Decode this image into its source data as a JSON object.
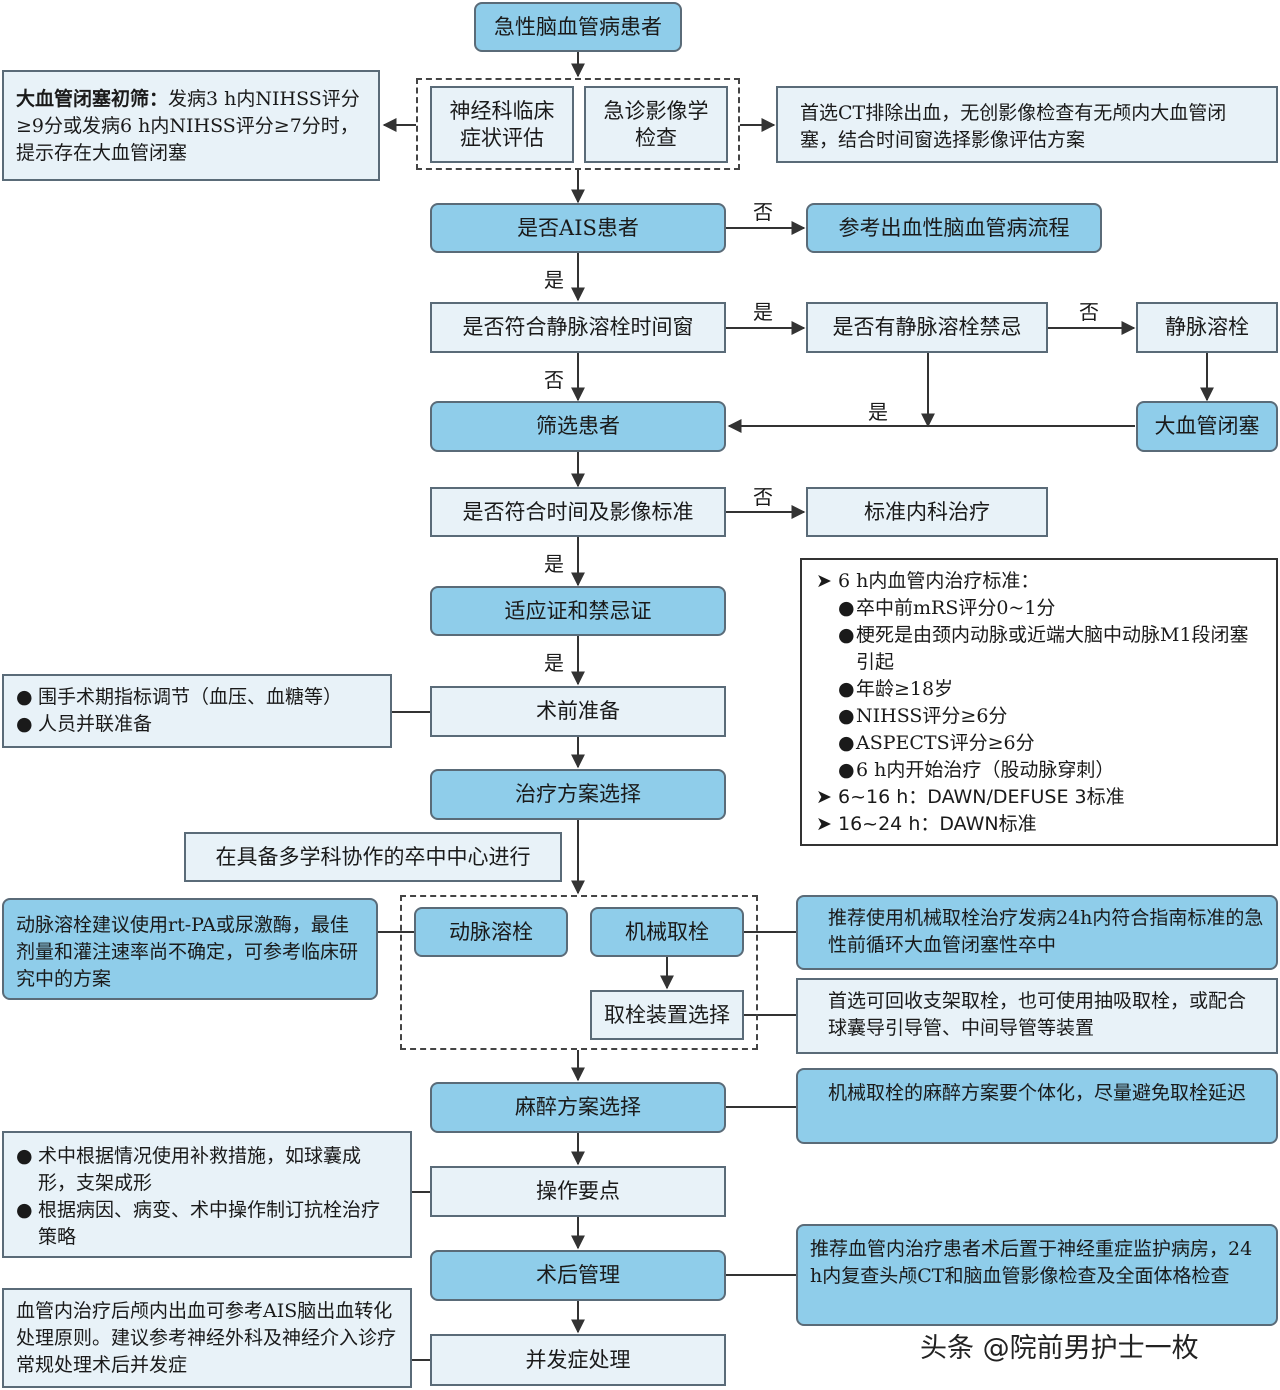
{
  "flow": {
    "start": "急性脑血管病患者",
    "neuro_eval": "神经科临床症状评估",
    "imaging": "急诊影像学检查",
    "is_ais": "是否AIS患者",
    "hemorrhagic": "参考出血性脑血管病流程",
    "ivt_window": "是否符合静脉溶栓时间窗",
    "ivt_contra": "是否有静脉溶栓禁忌",
    "ivt": "静脉溶栓",
    "lvo": "大血管闭塞",
    "screen": "筛选患者",
    "time_imaging": "是否符合时间及影像标准",
    "std_medical": "标准内科治疗",
    "indications": "适应证和禁忌证",
    "preop": "术前准备",
    "plan": "治疗方案选择",
    "ia_thrombolysis": "动脉溶栓",
    "thrombectomy": "机械取栓",
    "device": "取栓装置选择",
    "anesthesia": "麻醉方案选择",
    "key_ops": "操作要点",
    "postop": "术后管理",
    "complications": "并发症处理"
  },
  "labels": {
    "yes": "是",
    "no": "否"
  },
  "notes": {
    "lvo_screen_bold": "大血管闭塞初筛：",
    "lvo_screen_rest": "发病3 h内NIHSS评分≥9分或发病6 h内NIHSS评分≥7分时，提示存在大血管闭塞",
    "ct_first": "首选CT排除出血，无创影像检查有无颅内大血管闭塞，结合时间窗选择影像评估方案",
    "preop_1": "围手术期指标调节（血压、血糖等）",
    "preop_2": "人员并联准备",
    "stroke_center": "在具备多学科协作的卒中中心进行",
    "ia_note": "动脉溶栓建议使用rt-PA或尿激酶，最佳剂量和灌注速率尚不确定，可参考临床研究中的方案",
    "thrombectomy_note": "推荐使用机械取栓治疗发病24h内符合指南标准的急性前循环大血管闭塞性卒中",
    "device_note": "首选可回收支架取栓，也可使用抽吸取栓，或配合球囊导引导管、中间导管等装置",
    "anesthesia_note": "机械取栓的麻醉方案要个体化，尽量避免取栓延迟",
    "ops_1": "术中根据情况使用补救措施，如球囊成形，支架成形",
    "ops_2": "根据病因、病变、术中操作制订抗栓治疗策略",
    "postop_note": "推荐血管内治疗患者术后置于神经重症监护病房，24 h内复查头颅CT和脑血管影像检查及全面体格检查",
    "complication_note": "血管内治疗后颅内出血可参考AIS脑出血转化处理原则。建议参考神经外科及神经介入诊疗常规处理术后并发症"
  },
  "criteria": {
    "h1": "6 h内血管内治疗标准：",
    "items": [
      "卒中前mRS评分0~1分",
      "梗死是由颈内动脉或近端大脑中动脉M1段闭塞引起",
      "年龄≥18岁",
      "NIHSS评分≥6分",
      "ASPECTS评分≥6分",
      "6 h内开始治疗（股动脉穿刺）"
    ],
    "h2": "6~16 h：DAWN/DEFUSE 3标准",
    "h3": "16~24 h：DAWN标准"
  },
  "watermark": "头条 @院前男护士一枚",
  "colors": {
    "box_blue": "#8fcdea",
    "box_light": "#e8f2f8",
    "note_blue": "#cfe8f6",
    "line": "#333333"
  }
}
